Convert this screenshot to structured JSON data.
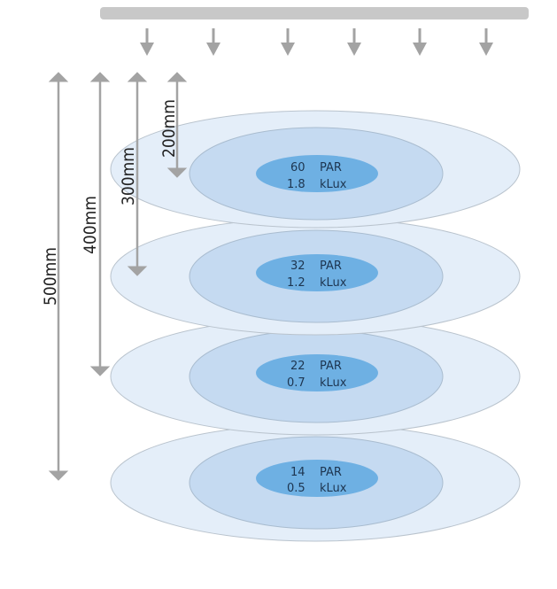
{
  "dimensions": [
    "500mm",
    "400mm",
    "300mm",
    "200mm"
  ],
  "levels": [
    {
      "par": "60",
      "par_unit": "PAR",
      "lux": "1.8",
      "lux_unit": "kLux"
    },
    {
      "par": "32",
      "par_unit": "PAR",
      "lux": "1.2",
      "lux_unit": "kLux"
    },
    {
      "par": "22",
      "par_unit": "PAR",
      "lux": "0.7",
      "lux_unit": "kLux"
    },
    {
      "par": "14",
      "par_unit": "PAR",
      "lux": "0.5",
      "lux_unit": "kLux"
    }
  ],
  "colors": {
    "outer": "#e4eef9",
    "middle": "#c5daf1",
    "inner": "#6eb0e3",
    "arrow": "#a3a3a3",
    "lamp": "#c8c8c8"
  }
}
